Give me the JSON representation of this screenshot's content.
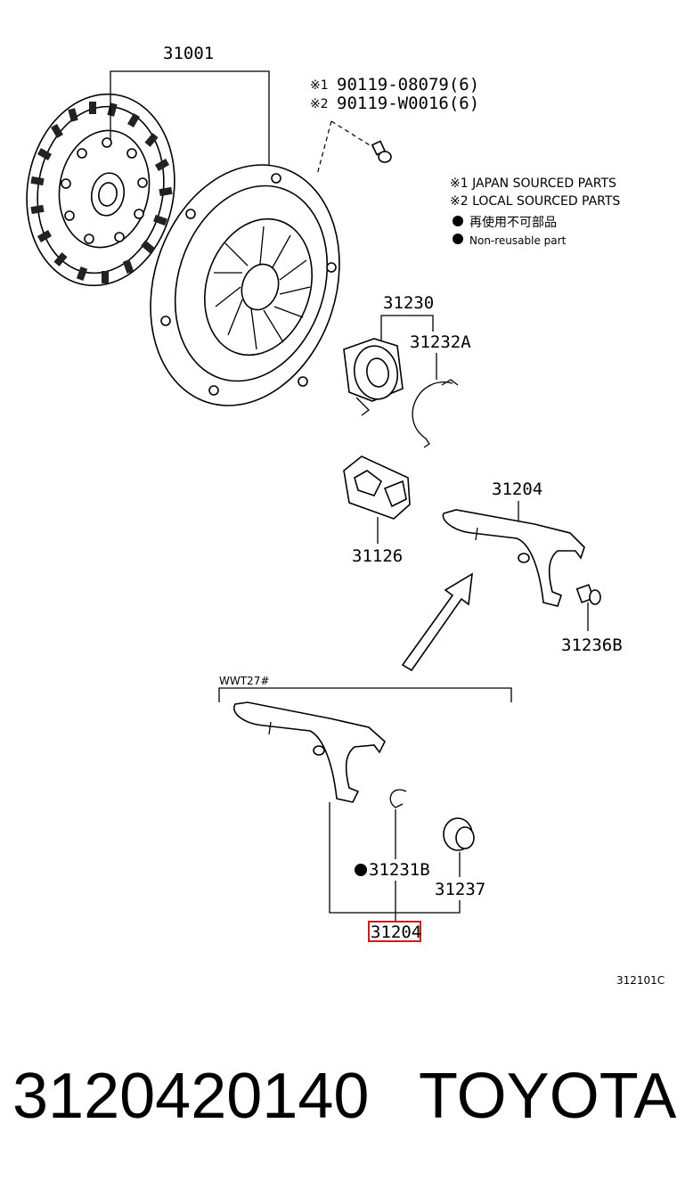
{
  "callouts": {
    "disc": "31001",
    "bolt_1": "90119-08079(6)",
    "bolt_2": "90119-W0016(6)",
    "bearing": "31230",
    "clip_a": "31232A",
    "fork_main": "31204",
    "boot": "31126",
    "ball_stud": "31236B",
    "clip_b": "31231B",
    "support": "31237",
    "fork_highlight": "31204"
  },
  "marks": {
    "mark_1": "※1",
    "mark_2": "※2"
  },
  "legend": {
    "line1": "※1  JAPAN SOURCED PARTS",
    "line2": "※2  LOCAL SOURCED PARTS",
    "line3": "再使用不可部品",
    "line4": "Non-reusable part"
  },
  "bracket_label": "WWT27#",
  "figure_code": "312101C",
  "footer": {
    "part_number": "3120420140",
    "brand": "TOYOTA"
  },
  "colors": {
    "highlight": "#d11a1a",
    "ink": "#000000"
  }
}
